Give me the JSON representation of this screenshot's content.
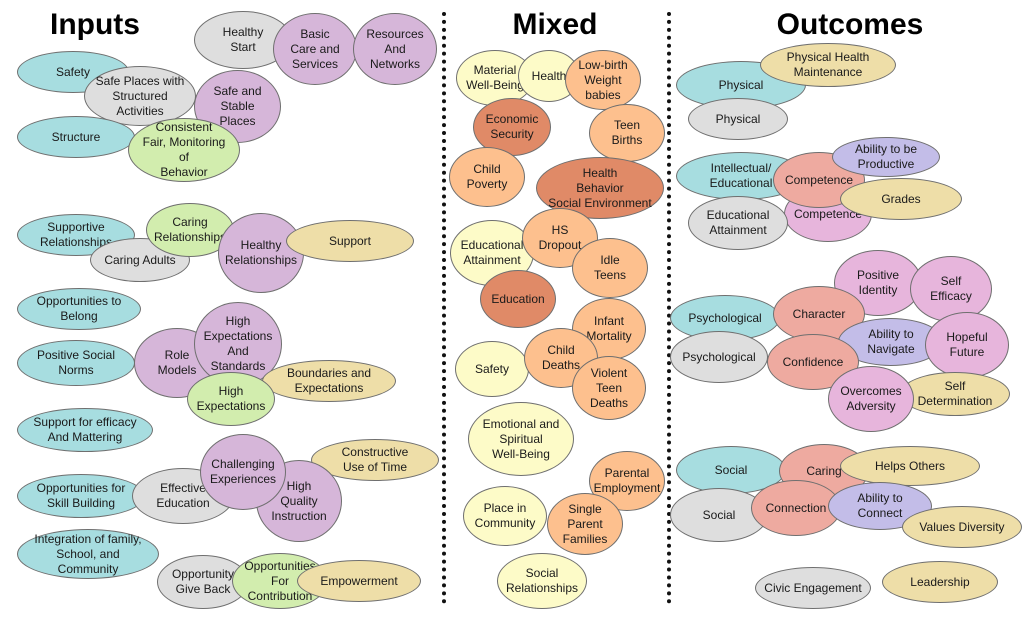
{
  "headings": {
    "inputs": "Inputs",
    "mixed": "Mixed",
    "outcomes": "Outcomes"
  },
  "colors": {
    "teal": "#a7dde0",
    "lavender": "#d6b6d9",
    "grey": "#dedede",
    "light_green": "#d2edae",
    "tan": "#eedea8",
    "light_yellow": "#fdfbc8",
    "light_orange": "#fdc08e",
    "dark_orange": "#e08a67",
    "pink": "#eeaaa0",
    "magenta": "#e7b5dc",
    "blue_purple": "#c3bde8"
  },
  "inputs": [
    {
      "label": "Healthy\nStart",
      "color": "grey"
    },
    {
      "label": "Basic\nCare and\nServices",
      "color": "lavender"
    },
    {
      "label": "Resources\nAnd\nNetworks",
      "color": "lavender"
    },
    {
      "label": "Safety",
      "color": "teal"
    },
    {
      "label": "Safe Places with\nStructured Activities",
      "color": "grey"
    },
    {
      "label": "Safe and\nStable\nPlaces",
      "color": "lavender"
    },
    {
      "label": "Structure",
      "color": "teal"
    },
    {
      "label": "Consistent\nFair, Monitoring of\nBehavior",
      "color": "light_green"
    },
    {
      "label": "Supportive\nRelationships",
      "color": "teal"
    },
    {
      "label": "Caring Adults",
      "color": "grey"
    },
    {
      "label": "Caring\nRelationships",
      "color": "light_green"
    },
    {
      "label": "Healthy\nRelationships",
      "color": "lavender"
    },
    {
      "label": "Support",
      "color": "tan"
    },
    {
      "label": "Opportunities to\nBelong",
      "color": "teal"
    },
    {
      "label": "Positive Social\nNorms",
      "color": "teal"
    },
    {
      "label": "Role\nModels",
      "color": "lavender"
    },
    {
      "label": "High\nExpectations\nAnd\nStandards",
      "color": "lavender"
    },
    {
      "label": "Boundaries and\nExpectations",
      "color": "tan"
    },
    {
      "label": "High\nExpectations",
      "color": "light_green"
    },
    {
      "label": "Support for efficacy\nAnd Mattering",
      "color": "teal"
    },
    {
      "label": "Constructive\nUse of Time",
      "color": "tan"
    },
    {
      "label": "Opportunities for\nSkill Building",
      "color": "teal"
    },
    {
      "label": "Effective\nEducation",
      "color": "grey"
    },
    {
      "label": "High\nQuality\nInstruction",
      "color": "lavender"
    },
    {
      "label": "Challenging\nExperiences",
      "color": "lavender"
    },
    {
      "label": "Integration of family,\nSchool, and Community",
      "color": "teal"
    },
    {
      "label": "Opportunity\nGive Back",
      "color": "grey"
    },
    {
      "label": "Opportunities\nFor\nContribution",
      "color": "light_green"
    },
    {
      "label": "Empowerment",
      "color": "tan"
    }
  ],
  "mixed": [
    {
      "label": "Material\nWell-Being",
      "color": "light_yellow"
    },
    {
      "label": "Health",
      "color": "light_yellow"
    },
    {
      "label": "Low-birth\nWeight\nbabies",
      "color": "light_orange"
    },
    {
      "label": "Economic\nSecurity",
      "color": "dark_orange"
    },
    {
      "label": "Teen\nBirths",
      "color": "light_orange"
    },
    {
      "label": "Child\nPoverty",
      "color": "light_orange"
    },
    {
      "label": "Health\nBehavior\nSocial Environment",
      "color": "dark_orange"
    },
    {
      "label": "Educational\nAttainment",
      "color": "light_yellow"
    },
    {
      "label": "HS\nDropout",
      "color": "light_orange"
    },
    {
      "label": "Idle\nTeens",
      "color": "light_orange"
    },
    {
      "label": "Education",
      "color": "dark_orange"
    },
    {
      "label": "Infant\nMortality",
      "color": "light_orange"
    },
    {
      "label": "Safety",
      "color": "light_yellow"
    },
    {
      "label": "Child\nDeaths",
      "color": "light_orange"
    },
    {
      "label": "Violent\nTeen\nDeaths",
      "color": "light_orange"
    },
    {
      "label": "Emotional and\nSpiritual\nWell-Being",
      "color": "light_yellow"
    },
    {
      "label": "Parental\nEmployment",
      "color": "light_orange"
    },
    {
      "label": "Place in\nCommunity",
      "color": "light_yellow"
    },
    {
      "label": "Single\nParent\nFamilies",
      "color": "light_orange"
    },
    {
      "label": "Social\nRelationships",
      "color": "light_yellow"
    }
  ],
  "outcomes": [
    {
      "label": "Physical",
      "color": "teal"
    },
    {
      "label": "Physical Health\nMaintenance",
      "color": "tan"
    },
    {
      "label": "Physical",
      "color": "grey"
    },
    {
      "label": "Intellectual/\nEducational",
      "color": "teal"
    },
    {
      "label": "Competence",
      "color": "magenta"
    },
    {
      "label": "Competence",
      "color": "pink"
    },
    {
      "label": "Ability to be\nProductive",
      "color": "blue_purple"
    },
    {
      "label": "Grades",
      "color": "tan"
    },
    {
      "label": "Educational\nAttainment",
      "color": "grey"
    },
    {
      "label": "Positive Identity",
      "color": "magenta"
    },
    {
      "label": "Self\nEfficacy",
      "color": "magenta"
    },
    {
      "label": "Psychological",
      "color": "teal"
    },
    {
      "label": "Character",
      "color": "pink"
    },
    {
      "label": "Ability to\nNavigate",
      "color": "blue_purple"
    },
    {
      "label": "Hopeful\nFuture",
      "color": "magenta"
    },
    {
      "label": "Psychological",
      "color": "grey"
    },
    {
      "label": "Confidence",
      "color": "pink"
    },
    {
      "label": "Self\nDetermination",
      "color": "magenta"
    },
    {
      "label": "Overcomes\nAdversity",
      "color": "tan"
    },
    {
      "label": "Social",
      "color": "teal"
    },
    {
      "label": "Caring",
      "color": "pink"
    },
    {
      "label": "Helps Others",
      "color": "tan"
    },
    {
      "label": "Social",
      "color": "grey"
    },
    {
      "label": "Connection",
      "color": "pink"
    },
    {
      "label": "Ability to\nConnect",
      "color": "blue_purple"
    },
    {
      "label": "Values Diversity",
      "color": "tan"
    },
    {
      "label": "Civic Engagement",
      "color": "grey"
    },
    {
      "label": "Leadership",
      "color": "tan"
    }
  ]
}
